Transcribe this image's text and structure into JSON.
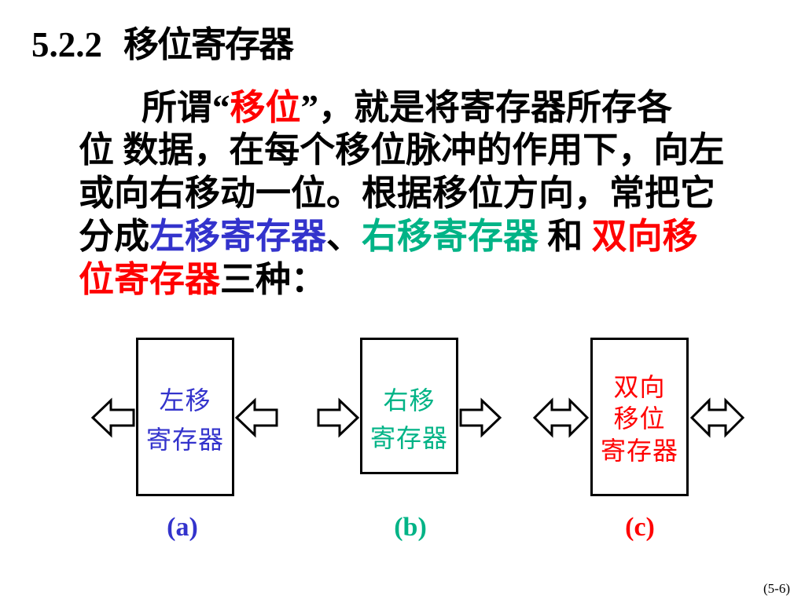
{
  "title": {
    "number": "5.2.2",
    "text": "移位寄存器"
  },
  "paragraph": {
    "lines": [
      [
        {
          "text": "所谓“",
          "color": "#000000"
        },
        {
          "text": "移位",
          "color": "#ff0000"
        },
        {
          "text": "”，就是将寄存器所存各",
          "color": "#000000"
        }
      ],
      [
        {
          "text": "位 数据，在每个移位脉冲的作用下，向左",
          "color": "#000000"
        }
      ],
      [
        {
          "text": "或向右移动一位。根据移位方向，常把它",
          "color": "#000000"
        }
      ],
      [
        {
          "text": "分成",
          "color": "#000000"
        },
        {
          "text": "左移寄存器",
          "color": "#3333cc"
        },
        {
          "text": "、",
          "color": "#000000"
        },
        {
          "text": "右移寄存器",
          "color": "#00b386"
        },
        {
          "text": " 和 ",
          "color": "#000000"
        },
        {
          "text": "双向移",
          "color": "#ff0000"
        }
      ],
      [
        {
          "text": "位寄存器",
          "color": "#ff0000"
        },
        {
          "text": "三种：",
          "color": "#000000"
        }
      ]
    ]
  },
  "diagrams": [
    {
      "label": "(a)",
      "lines": [
        "左移",
        "寄存器"
      ],
      "color": "#3333cc",
      "arrow_icons": [
        "left-arrow-icon",
        "left-arrow-icon"
      ]
    },
    {
      "label": "(b)",
      "lines": [
        "右移",
        "寄存器"
      ],
      "color": "#00b386",
      "arrow_icons": [
        "right-arrow-icon",
        "right-arrow-icon"
      ]
    },
    {
      "label": "(c)",
      "lines": [
        "双向",
        "移位",
        "寄存器"
      ],
      "color": "#ff0000",
      "arrow_icons": [
        "double-arrow-icon",
        "double-arrow-icon"
      ]
    }
  ],
  "page_number": "(5-6)"
}
